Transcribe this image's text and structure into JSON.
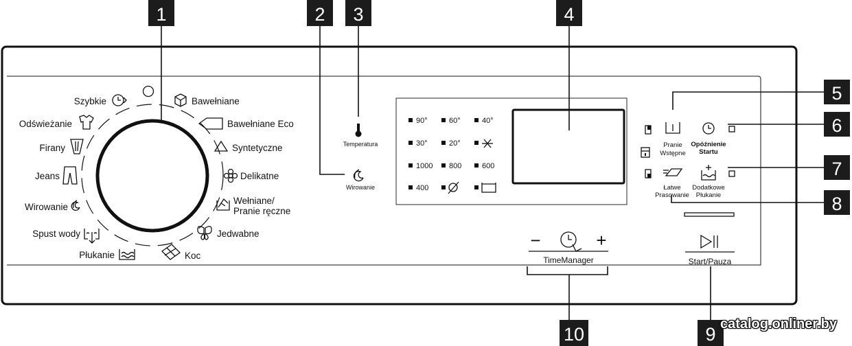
{
  "callouts": [
    "1",
    "2",
    "3",
    "4",
    "5",
    "6",
    "7",
    "8",
    "9",
    "10"
  ],
  "programs": {
    "left": [
      "Szybkie",
      "Odświeżanie",
      "Firany",
      "Jeans",
      "Wirowanie",
      "Spust wody",
      "Płukanie"
    ],
    "right": [
      "Bawełniane",
      "Bawełniane Eco",
      "Syntetyczne",
      "Delikatne",
      "Wełniane/",
      "Pranie ręczne",
      "Jedwabne",
      "Koc"
    ]
  },
  "temperature_label": "Temperatura",
  "spin_label": "Wirowanie",
  "temps": [
    "90°",
    "60°",
    "40°",
    "30°",
    "20°"
  ],
  "speeds": [
    "1000",
    "800",
    "600",
    "400"
  ],
  "options": {
    "prewash": [
      "Pranie",
      "Wstępne"
    ],
    "delay": [
      "Opóźnienie",
      "Startu"
    ],
    "easy_iron": [
      "Łatwe",
      "Prasowanie"
    ],
    "extra_rinse": [
      "Dodatkowe",
      "Płukanie"
    ]
  },
  "time_manager": {
    "label": "TimeManager",
    "minus": "−",
    "plus": "+"
  },
  "start_label": "Start/Pauza",
  "watermark": "catalog.onliner.by"
}
